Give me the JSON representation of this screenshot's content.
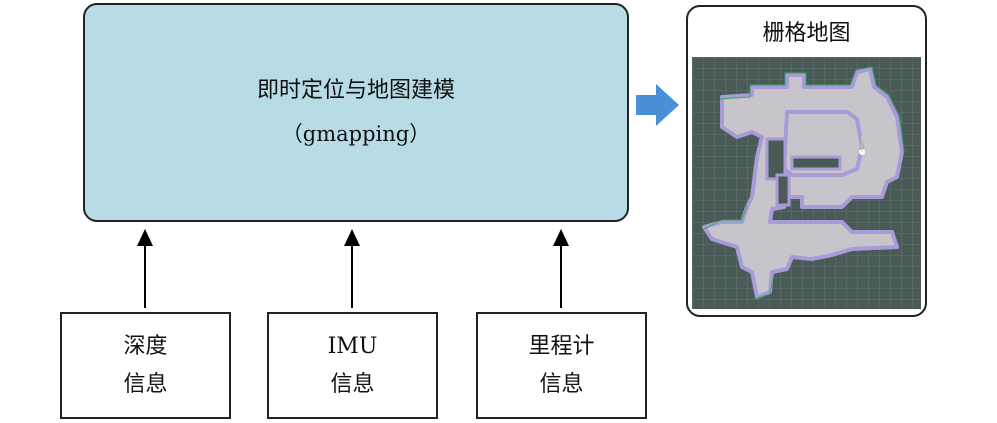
{
  "main_box": {
    "title": "即时定位与地图建模",
    "subtitle": "（gmapping）"
  },
  "inputs": [
    {
      "line1": "深度",
      "line2": "信息"
    },
    {
      "line1": "IMU",
      "line2": "信息"
    },
    {
      "line1": "里程计",
      "line2": "信息"
    }
  ],
  "map_panel": {
    "title": "栅格地图"
  },
  "colors": {
    "main_fill": "#b7dce6",
    "arrow_blue": "#4a90d9",
    "map_background": "#4a5a56",
    "map_free_space": "#c8c4cc",
    "map_obstacle_edge": "#a89cd8"
  }
}
